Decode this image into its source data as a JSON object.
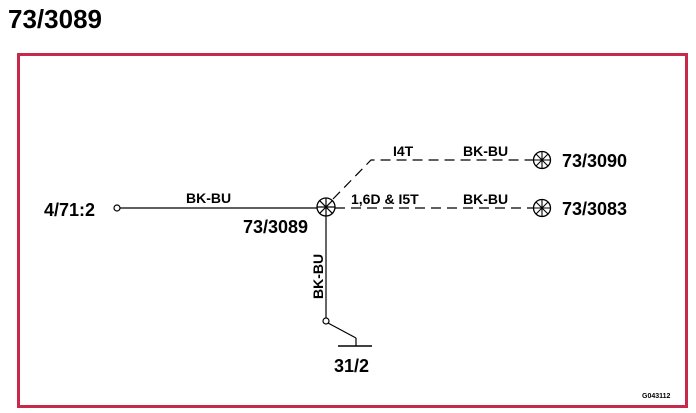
{
  "title": "73/3089",
  "frame_color": "#c8284a",
  "nodes": {
    "source": "4/71:2",
    "splice": "73/3089",
    "ground": "31/2",
    "lamp_upper": "73/3090",
    "lamp_lower": "73/3083"
  },
  "wires": {
    "main": "BK-BU",
    "vertical": "BK-BU",
    "upper": "BK-BU",
    "lower": "BK-BU"
  },
  "conditions": {
    "upper": "I4T",
    "lower": "1,6D & I5T"
  },
  "figure_id": "G043112",
  "icons": {
    "splice": "splice-x-circle-icon",
    "lamp": "lamp-x-circle-icon",
    "connector": "open-circle-terminal-icon",
    "ground": "ground-symbol-icon"
  }
}
